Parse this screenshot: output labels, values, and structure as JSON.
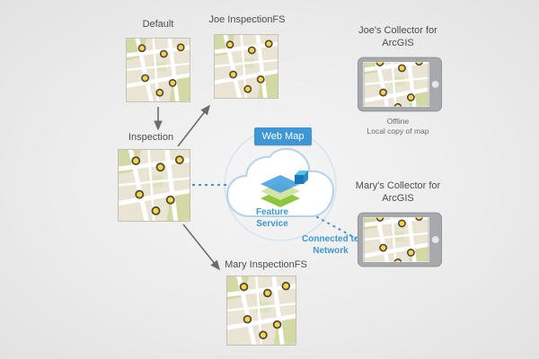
{
  "labels": {
    "default_map": "Default",
    "joe_inspection_fs": "Joe InspectionFS",
    "inspection": "Inspection",
    "mary_inspection_fs": "Mary InspectionFS",
    "web_map": "Web Map",
    "feature_service": "Feature Service",
    "connected_to_network": "Connected to Network",
    "joe_collector": "Joe's Collector for ArcGIS",
    "mary_collector": "Mary's Collector for ArcGIS",
    "offline": "Offline",
    "local_copy": "Local copy of map"
  },
  "colors": {
    "accent_blue": "#3E97D4",
    "connector_gray": "#6B6C6E",
    "marker_yellow": "#FFD23F",
    "map_green": "#D2D9A4",
    "background": "#EBEBEB"
  }
}
